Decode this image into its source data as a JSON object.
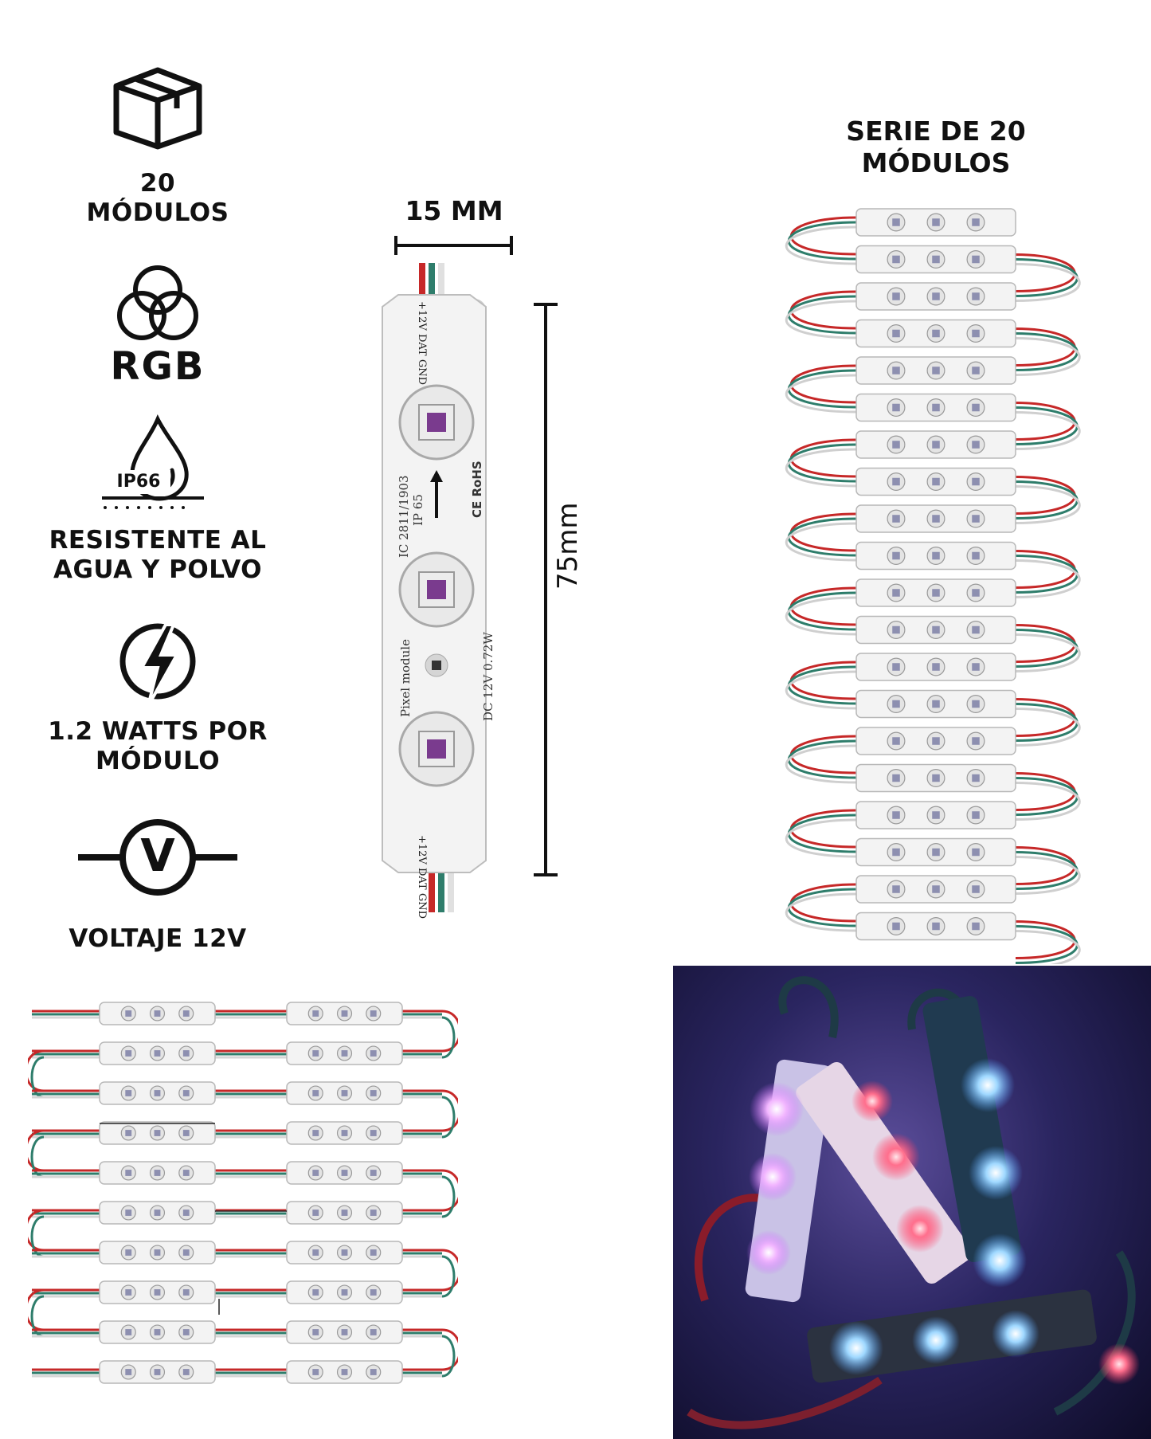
{
  "features": [
    {
      "icon": "box-icon",
      "line1": "20",
      "line2": "MÓDULOS"
    },
    {
      "icon": "rgb-circles-icon",
      "badge": "RGB"
    },
    {
      "icon": "water-drop-icon",
      "badge": "IP66",
      "line1": "RESISTENTE AL",
      "line2": "AGUA Y POLVO"
    },
    {
      "icon": "lightning-icon",
      "line1": "1.2 WATTS POR",
      "line2": "MÓDULO"
    },
    {
      "icon": "voltmeter-icon",
      "badge": "V",
      "line1": "VOLTAJE 12V"
    }
  ],
  "module": {
    "width_label": "15 MM",
    "length_label": "75mm",
    "top_pins": "+12V DAT GND",
    "bottom_pins": "+12V DAT GND",
    "ic_text": "IC 2811/1903",
    "ip_text": "IP 65",
    "ce_text": "CE RoHS",
    "power_text": "DC 12V 0.72W",
    "name_text": "Pixel module"
  },
  "series": {
    "title_line1": "SERIE DE 20",
    "title_line2": "MÓDULOS"
  },
  "colors": {
    "wire_red": "#c62828",
    "wire_green": "#2e7d6b",
    "wire_white": "#e6e6e6",
    "module_body": "#f3f3f3"
  }
}
